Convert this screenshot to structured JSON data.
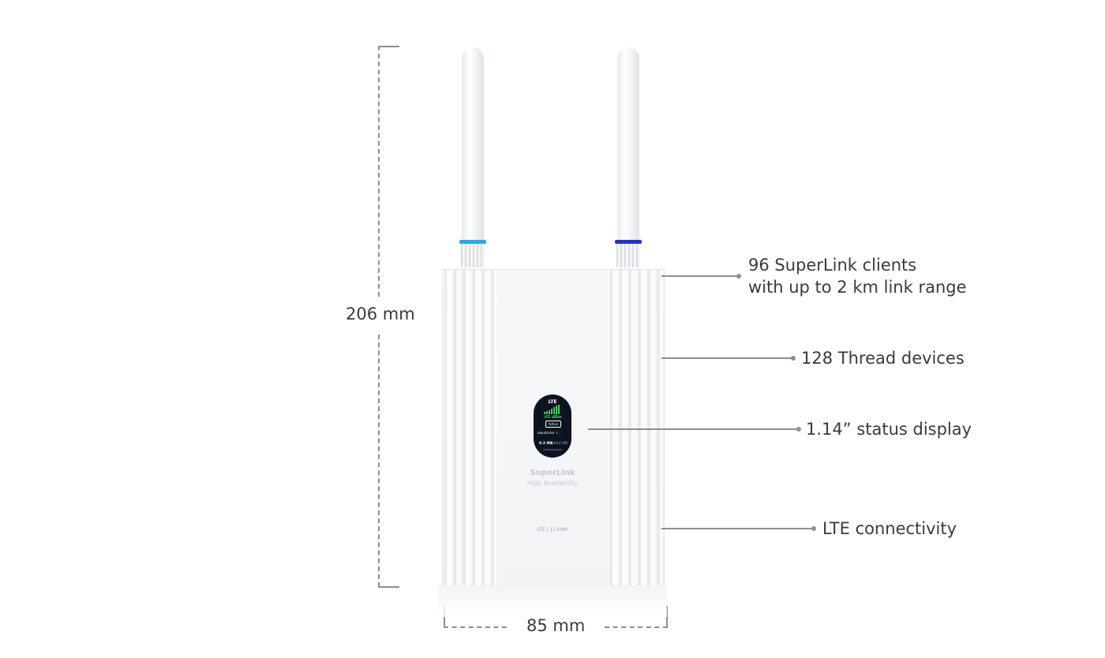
{
  "dimensions": {
    "height_label": "206 mm",
    "width_label": "85 mm"
  },
  "callouts": [
    {
      "line1": "96 SuperLink clients",
      "line2": "with up to 2 km link range"
    },
    {
      "line1": "128 Thread devices"
    },
    {
      "line1": "1.14” status display"
    },
    {
      "line1": "LTE connectivity"
    }
  ],
  "device": {
    "brand": "SuperLink",
    "subtitle": "High Availability",
    "bottom_label": "LTE | 11.0Wh",
    "antenna_left_ring_color": "#2aa6f0",
    "antenna_right_ring_color": "#2a2fd4",
    "screen": {
      "network": "LTE",
      "signal": "-65 dBm",
      "status": "Active",
      "carrier": "Deutsche T...",
      "usage_used": "9.2 MB",
      "usage_total": "/444 MB"
    }
  }
}
